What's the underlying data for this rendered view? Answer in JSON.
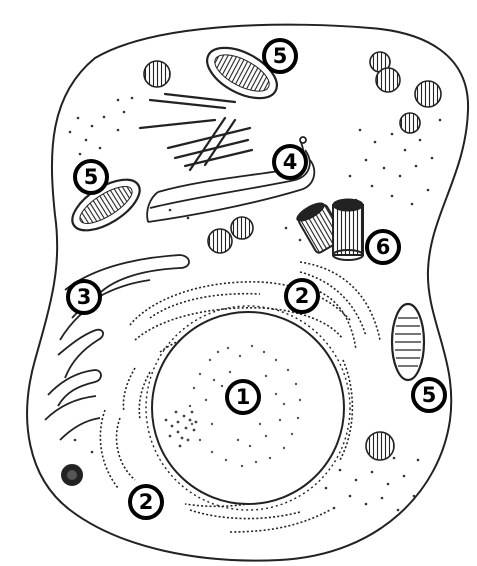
{
  "labels": {
    "nucleus": "1",
    "rough_er_top": "2",
    "rough_er_bottom": "2",
    "smooth_er": "3",
    "golgi": "4",
    "mitochondrion_top": "5",
    "mitochondrion_left": "5",
    "mitochondrion_right": "5",
    "centrioles": "6"
  },
  "colors": {
    "stroke": "#222222",
    "fill": "#ffffff",
    "label_ring": "#000000"
  }
}
